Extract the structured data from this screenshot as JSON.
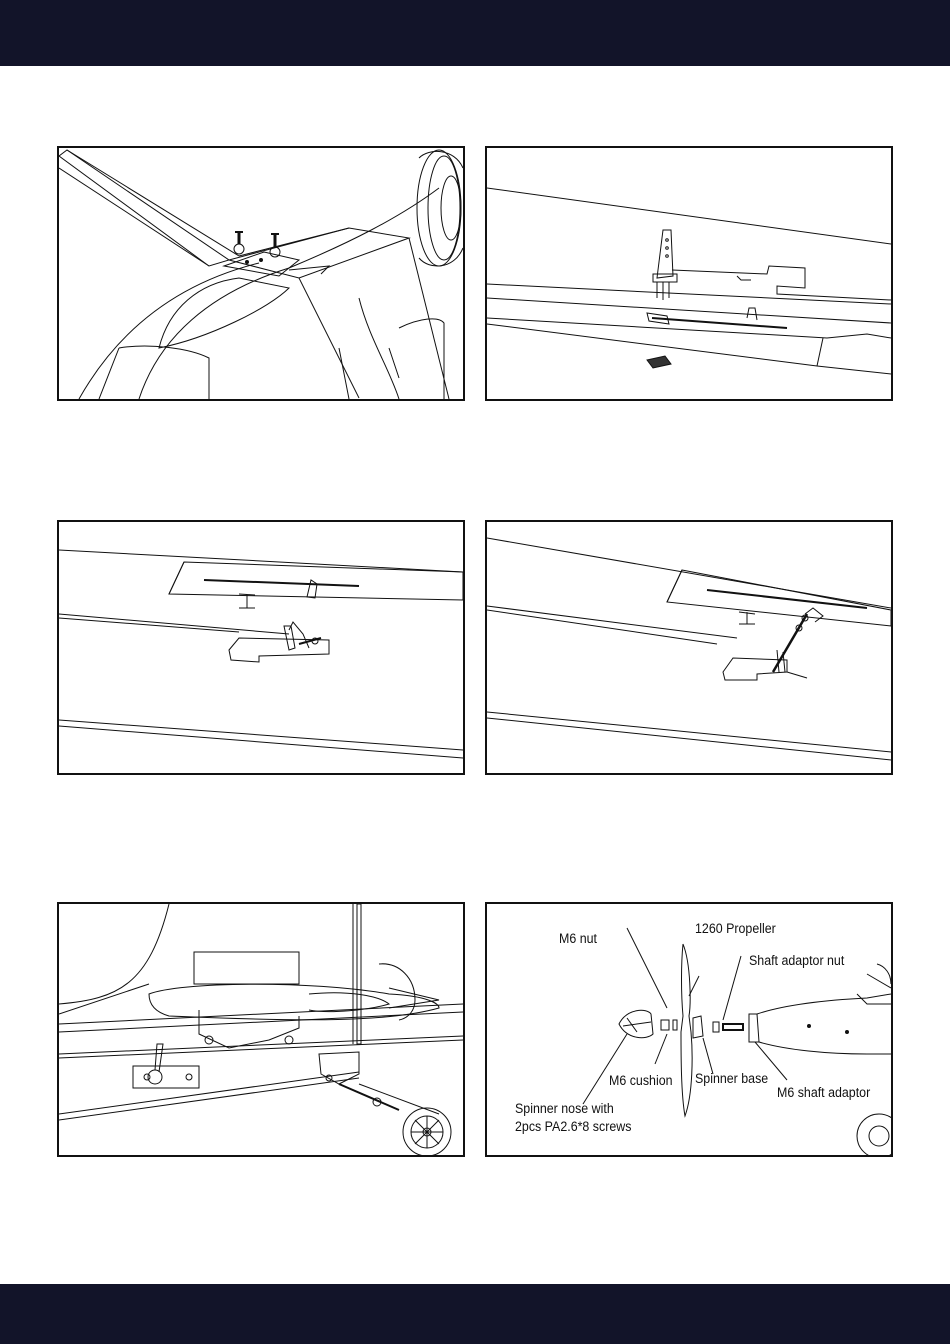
{
  "colors": {
    "band": "#121429",
    "line": "#111111"
  },
  "figures": [
    {
      "id": "canopy-hatch-screws",
      "labels": []
    },
    {
      "id": "wing-control-horn",
      "labels": []
    },
    {
      "id": "aileron-horn-clevis",
      "labels": []
    },
    {
      "id": "aileron-linkage-connected",
      "labels": []
    },
    {
      "id": "tail-servo-linkage",
      "labels": []
    },
    {
      "id": "propeller-assembly",
      "labels": {
        "m6_nut": "M6 nut",
        "propeller": "1260 Propeller",
        "shaft_adaptor_nut": "Shaft adaptor nut",
        "m6_cushion": "M6 cushion",
        "spinner_base": "Spinner base",
        "m6_shaft_adaptor": "M6 shaft adaptor",
        "spinner_nose_line1": "Spinner nose with",
        "spinner_nose_line2": "2pcs PA2.6*8 screws"
      }
    }
  ]
}
